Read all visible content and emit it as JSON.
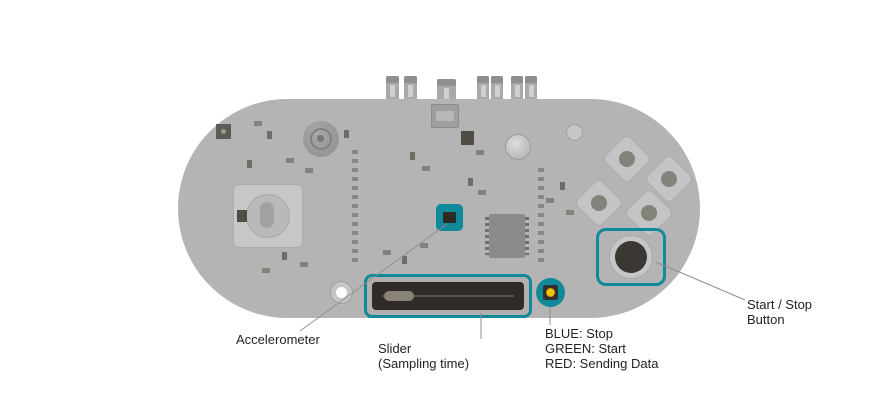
{
  "colors": {
    "board": "#b4b4b4",
    "accent_teal": "#10899b",
    "component_dark": "#2f2b28",
    "led_yellow": "#f3c50d",
    "annotation_line": "#8f8f8f",
    "text": "#262321"
  },
  "annotations": {
    "accelerometer": {
      "label": "Accelerometer"
    },
    "slider": {
      "line1": "Slider",
      "line2": "(Sampling time)"
    },
    "led_status": {
      "line1": "BLUE: Stop",
      "line2": "GREEN: Start",
      "line3": "RED: Sending Data"
    },
    "start_stop": {
      "line1": "Start / Stop",
      "line2": "Button"
    }
  }
}
